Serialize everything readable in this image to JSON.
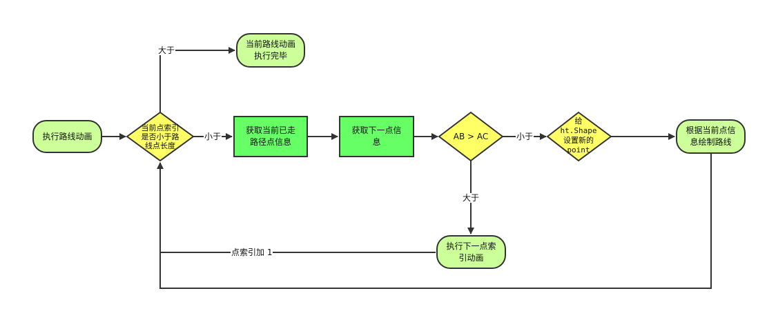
{
  "nodes": {
    "start": "执行路线动画",
    "end": "当前路线动画\n执行完毕",
    "decision_index": "当前点索引\n是否小于路\n线点长度",
    "get_current": "获取当前已走\n路径点信息",
    "get_next": "获取下一点信\n息",
    "decision_ab": "AB > AC",
    "decision_shape_1": "给",
    "decision_shape_2": "ht.Shape",
    "decision_shape_3": "设置新的",
    "decision_shape_4": "point",
    "draw_route": "根据当前点信\n息绘制路线",
    "next_index_anim": "执行下一点索\n引动画"
  },
  "edges": {
    "greater_top": "大于",
    "less_1": "小于",
    "less_2": "小于",
    "greater_down": "大于",
    "increment": "点索引加 1"
  },
  "colors": {
    "terminal_fill": "#ccff99",
    "process_fill": "#66ff66",
    "decision_fill": "#ffff66",
    "stroke": "#333333"
  }
}
